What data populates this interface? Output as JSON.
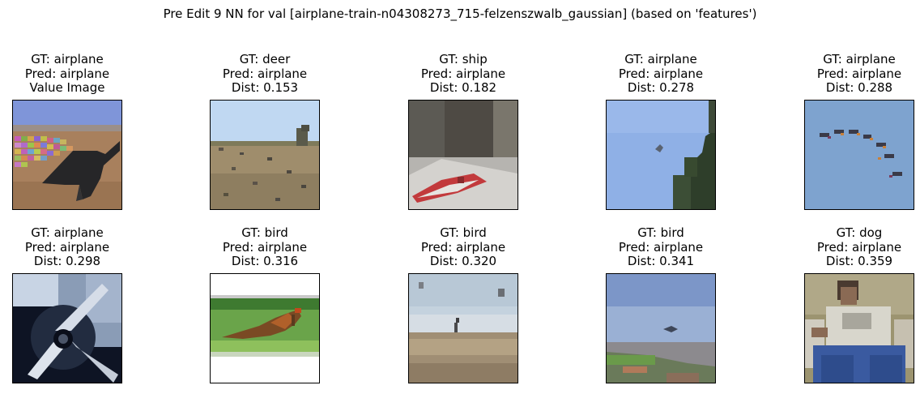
{
  "figure": {
    "title": "Pre Edit 9 NN for val [airplane-train-n04308273_715-felzenszwalb_gaussian] (based on 'features')"
  },
  "panels": [
    {
      "gt": "GT: airplane",
      "pred": "Pred: airplane",
      "extra": "Value Image",
      "image": "desert-jet-with-colored-mosaic"
    },
    {
      "gt": "GT: deer",
      "pred": "Pred: airplane",
      "extra": "Dist: 0.153",
      "image": "grassland-with-sky"
    },
    {
      "gt": "GT: ship",
      "pred": "Pred: airplane",
      "extra": "Dist: 0.182",
      "image": "red-boat-by-wall"
    },
    {
      "gt": "GT: airplane",
      "pred": "Pred: airplane",
      "extra": "Dist: 0.278",
      "image": "plane-in-blue-sky-with-tree"
    },
    {
      "gt": "GT: airplane",
      "pred": "Pred: airplane",
      "extra": "Dist: 0.288",
      "image": "formation-of-jets"
    },
    {
      "gt": "GT: airplane",
      "pred": "Pred: airplane",
      "extra": "Dist: 0.298",
      "image": "propeller-closeup"
    },
    {
      "gt": "GT: bird",
      "pred": "Pred: airplane",
      "extra": "Dist: 0.316",
      "image": "pheasant-on-grass"
    },
    {
      "gt": "GT: bird",
      "pred": "Pred: airplane",
      "extra": "Dist: 0.320",
      "image": "birds-on-beach"
    },
    {
      "gt": "GT: bird",
      "pred": "Pred: airplane",
      "extra": "Dist: 0.341",
      "image": "bird-over-water"
    },
    {
      "gt": "GT: dog",
      "pred": "Pred: airplane",
      "extra": "Dist: 0.359",
      "image": "person-in-chair"
    }
  ]
}
